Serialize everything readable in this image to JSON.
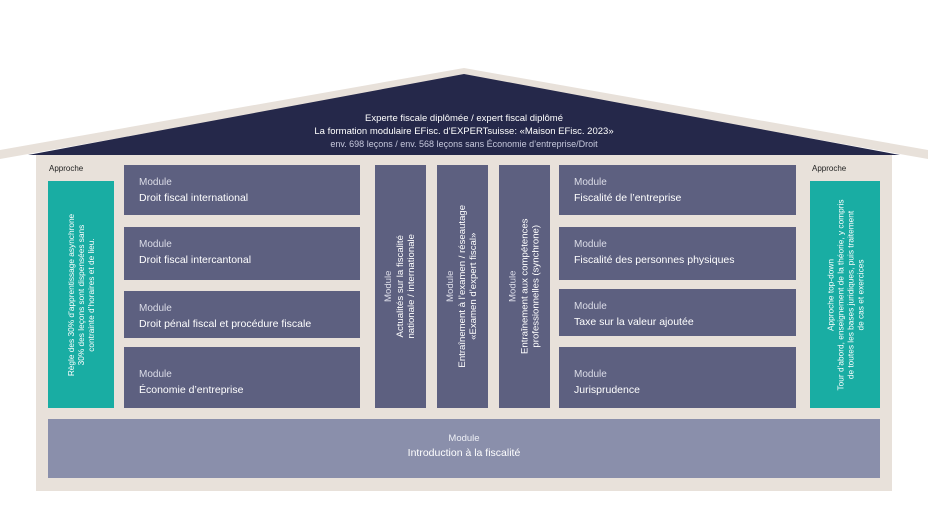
{
  "roof": {
    "title": "Experte fiscale diplômée / expert fiscal diplômé",
    "subtitle": "La formation modulaire EFisc. d’EXPERTsuisse: «Maison EFisc. 2023»",
    "lessons": "env. 698 leçons / env. 568 leçons sans Économie d’entreprise/Droit"
  },
  "left_column": {
    "label": "Approche",
    "title": "Règle des 30% d’apprentissage asynchrone",
    "text_line1": "30% des leçons sont dispensées sans",
    "text_line2": "contrainte d’horaires et de lieu."
  },
  "right_column": {
    "label": "Approche",
    "title": "Approche top-down",
    "text_line1": "Tour d’abord, enseignement de la théorie, y compris",
    "text_line2": "de toutes les bases juridiques, puis traitement",
    "text_line3": "de cas et exercices"
  },
  "left_modules": [
    {
      "kicker": "Module",
      "name": "Droit fiscal international"
    },
    {
      "kicker": "Module",
      "name": "Droit fiscal intercantonal"
    },
    {
      "kicker": "Module",
      "name": "Droit pénal fiscal et procédure fiscale"
    },
    {
      "kicker": "Module",
      "name": "Économie d’entreprise"
    }
  ],
  "vertical_modules": [
    {
      "kicker": "Module",
      "line1": "Actualités sur la fiscalité",
      "line2": "nationale / internationale"
    },
    {
      "kicker": "Module",
      "line1": "Entraînement à l’examen / réseautage",
      "line2": "«Examen d’expert fiscal»"
    },
    {
      "kicker": "Module",
      "line1": "Entraînement aux compétences",
      "line2": "professionnelles (synchrone)"
    }
  ],
  "right_modules": [
    {
      "kicker": "Module",
      "name": "Fiscalité de l’entreprise"
    },
    {
      "kicker": "Module",
      "name": "Fiscalité des personnes physiques"
    },
    {
      "kicker": "Module",
      "name": "Taxe sur la valeur ajoutée"
    },
    {
      "kicker": "Module",
      "name": "Jurisprudence"
    }
  ],
  "bottom_module": {
    "kicker": "Module",
    "name": "Introduction à la fiscalité"
  },
  "colors": {
    "roof": "#25284a",
    "house": "#e8e1da",
    "module": "#5d6080",
    "bottom": "#8a8fab",
    "teal": "#19ada3"
  }
}
